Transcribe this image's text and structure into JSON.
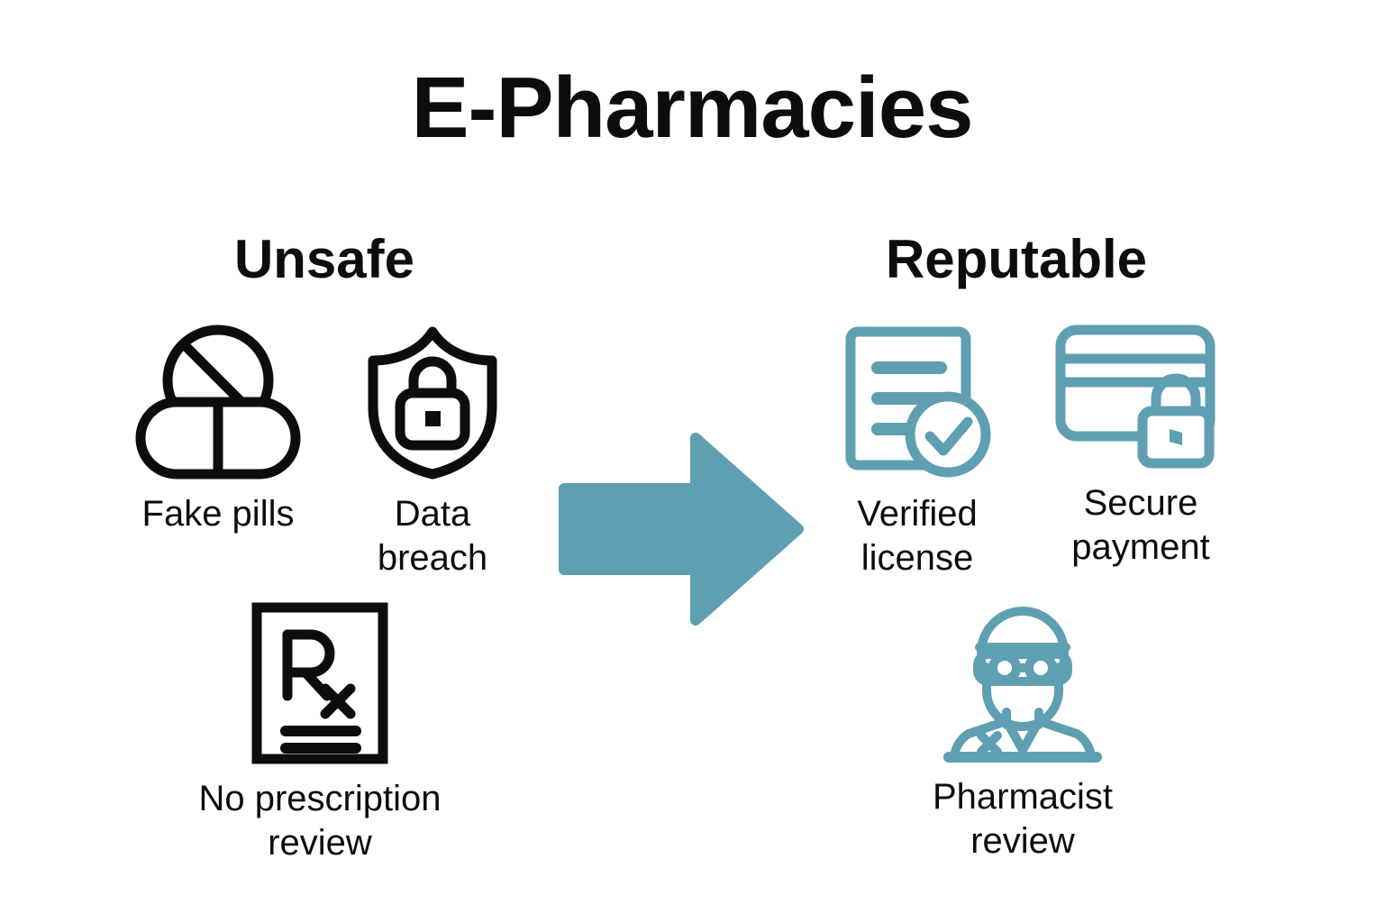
{
  "page": {
    "title": "E-Pharmacies",
    "background_color": "#ffffff",
    "text_color": "#0d0d0d",
    "accent_color": "#5f9fb2"
  },
  "columns": {
    "left": {
      "heading": "Unsafe",
      "icon_color": "#0d0d0d",
      "items": [
        {
          "id": "fake-pills",
          "label": "Fake pills",
          "icon": "pills-icon"
        },
        {
          "id": "data-breach",
          "label": "Data\nbreach",
          "icon": "shield-lock-icon"
        },
        {
          "id": "no-prescription-review",
          "label": "No prescription\nreview",
          "icon": "rx-document-icon"
        }
      ]
    },
    "right": {
      "heading": "Reputable",
      "icon_color": "#5f9fb2",
      "items": [
        {
          "id": "verified-license",
          "label": "Verified\nlicense",
          "icon": "document-check-icon"
        },
        {
          "id": "secure-payment",
          "label": "Secure\npayment",
          "icon": "credit-card-lock-icon"
        },
        {
          "id": "pharmacist-review",
          "label": "Pharmacist\nreview",
          "icon": "pharmacist-icon"
        }
      ]
    }
  },
  "arrow": {
    "icon": "arrow-right-icon",
    "direction": "right",
    "color": "#5f9fb2"
  }
}
